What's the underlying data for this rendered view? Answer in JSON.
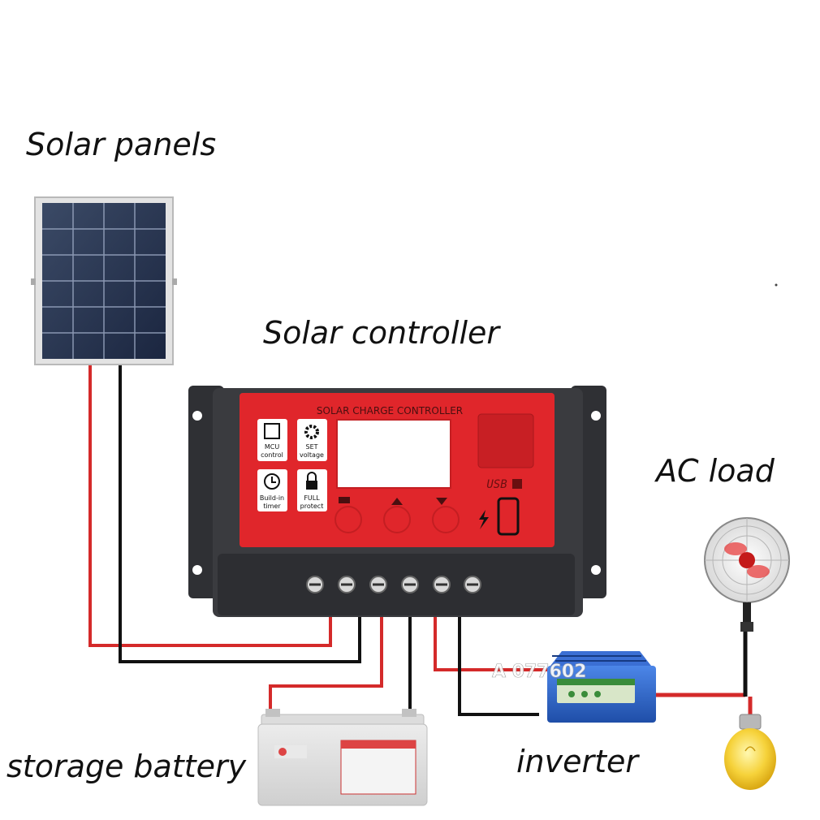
{
  "labels": {
    "solar_panels": "Solar panels",
    "solar_controller": "Solar controller",
    "ac_load": "AC load",
    "storage_battery": "storage battery",
    "inverter": "inverter"
  },
  "controller": {
    "title": "SOLAR CHARGE CONTROLLER",
    "feature_1": [
      "MCU",
      "control"
    ],
    "feature_2": [
      "SET",
      "voltage"
    ],
    "feature_3": [
      "Build-in",
      "timer"
    ],
    "feature_4": [
      "FULL",
      "protect"
    ],
    "usb_label": "USB"
  },
  "watermark": "A  077602",
  "colors": {
    "wire_red": "#d42a2a",
    "wire_black": "#111111",
    "controller_red": "#e0262b",
    "controller_body": "#3a3b3f",
    "inverter_blue": "#2f63c9"
  }
}
